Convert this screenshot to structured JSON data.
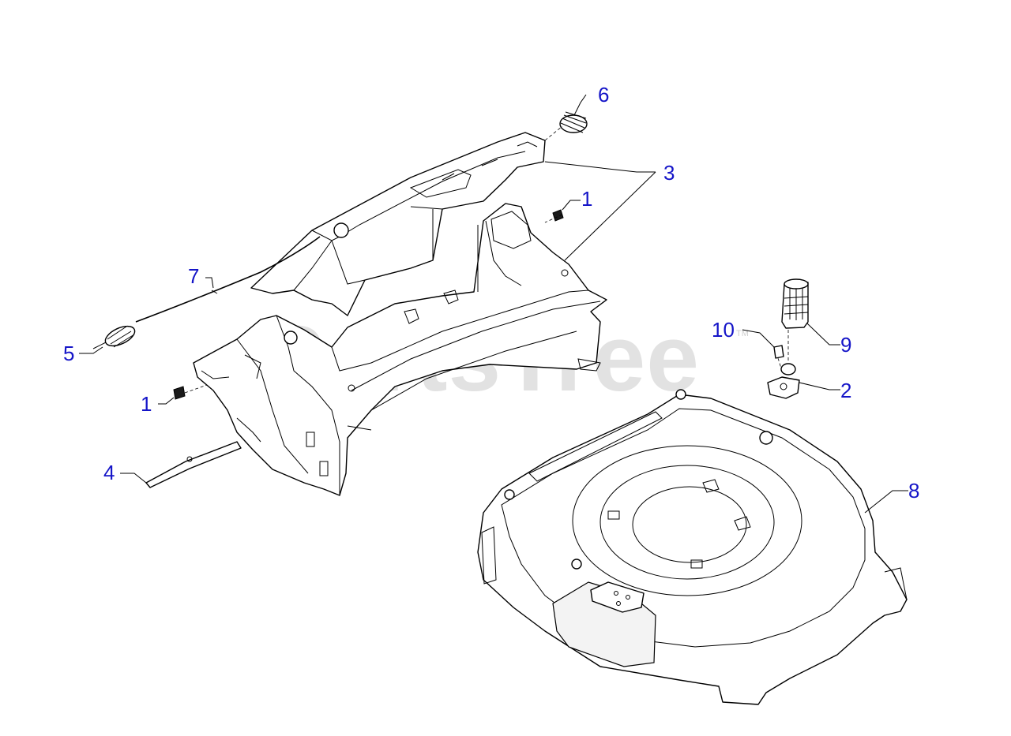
{
  "diagram": {
    "watermark": "PartsTree",
    "trademark": "TM",
    "callout_color": "#1515c8",
    "callouts": [
      "6",
      "3",
      "1",
      "7",
      "5",
      "10",
      "9",
      "2",
      "1",
      "4",
      "8"
    ]
  }
}
